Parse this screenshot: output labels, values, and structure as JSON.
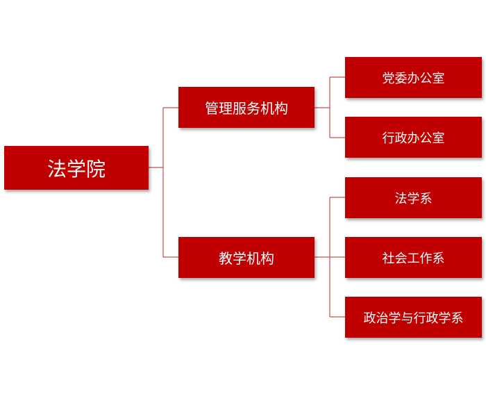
{
  "colors": {
    "box_fill": "#c00000",
    "box_text": "#ffffff",
    "connector": "#c0504d"
  },
  "root": {
    "label": "法学院"
  },
  "branches": [
    {
      "label": "管理服务机构",
      "children": [
        {
          "label": "党委办公室"
        },
        {
          "label": "行政办公室"
        }
      ]
    },
    {
      "label": "教学机构",
      "children": [
        {
          "label": "法学系"
        },
        {
          "label": "社会工作系"
        },
        {
          "label": "政治学与行政学系"
        }
      ]
    }
  ]
}
